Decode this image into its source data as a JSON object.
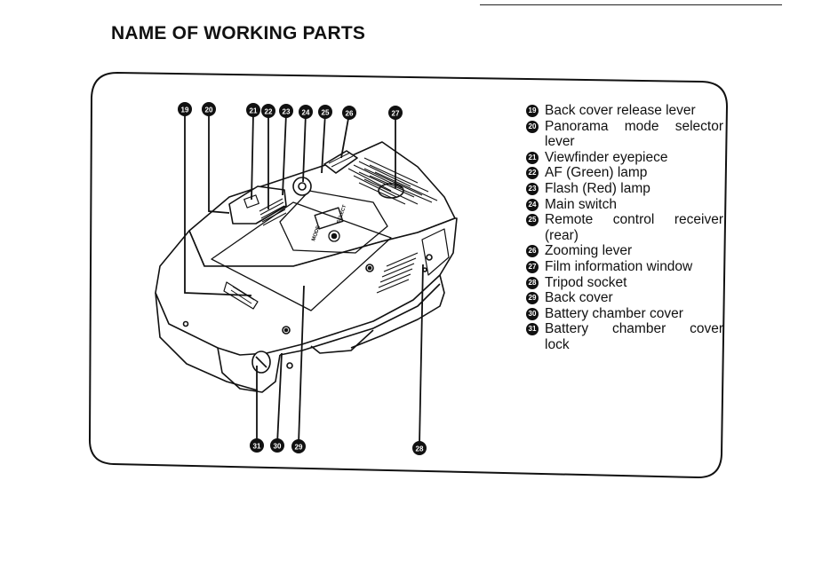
{
  "page": {
    "title": "NAME OF WORKING PARTS"
  },
  "callouts": {
    "top": [
      "19",
      "20",
      "21",
      "22",
      "23",
      "24",
      "25",
      "26",
      "27"
    ],
    "bottom": [
      "31",
      "30",
      "29",
      "28"
    ]
  },
  "legend": [
    {
      "num": "19",
      "lines": [
        "Back cover release lever"
      ]
    },
    {
      "num": "20",
      "lines": [
        "Panorama mode selector",
        "lever"
      ]
    },
    {
      "num": "21",
      "lines": [
        "Viewfinder eyepiece"
      ]
    },
    {
      "num": "22",
      "lines": [
        "AF (Green) lamp"
      ]
    },
    {
      "num": "23",
      "lines": [
        "Flash (Red) lamp"
      ]
    },
    {
      "num": "24",
      "lines": [
        "Main switch"
      ]
    },
    {
      "num": "25",
      "lines": [
        "Remote control receiver",
        "(rear)"
      ]
    },
    {
      "num": "26",
      "lines": [
        "Zooming lever"
      ]
    },
    {
      "num": "27",
      "lines": [
        "Film information window"
      ]
    },
    {
      "num": "28",
      "lines": [
        "Tripod socket"
      ]
    },
    {
      "num": "29",
      "lines": [
        "Back cover"
      ]
    },
    {
      "num": "30",
      "lines": [
        "Battery chamber cover"
      ]
    },
    {
      "num": "31",
      "lines": [
        "Battery chamber cover",
        "lock"
      ]
    }
  ],
  "illustration": {
    "mode_label": "MODE",
    "select_label": "SELECT"
  }
}
